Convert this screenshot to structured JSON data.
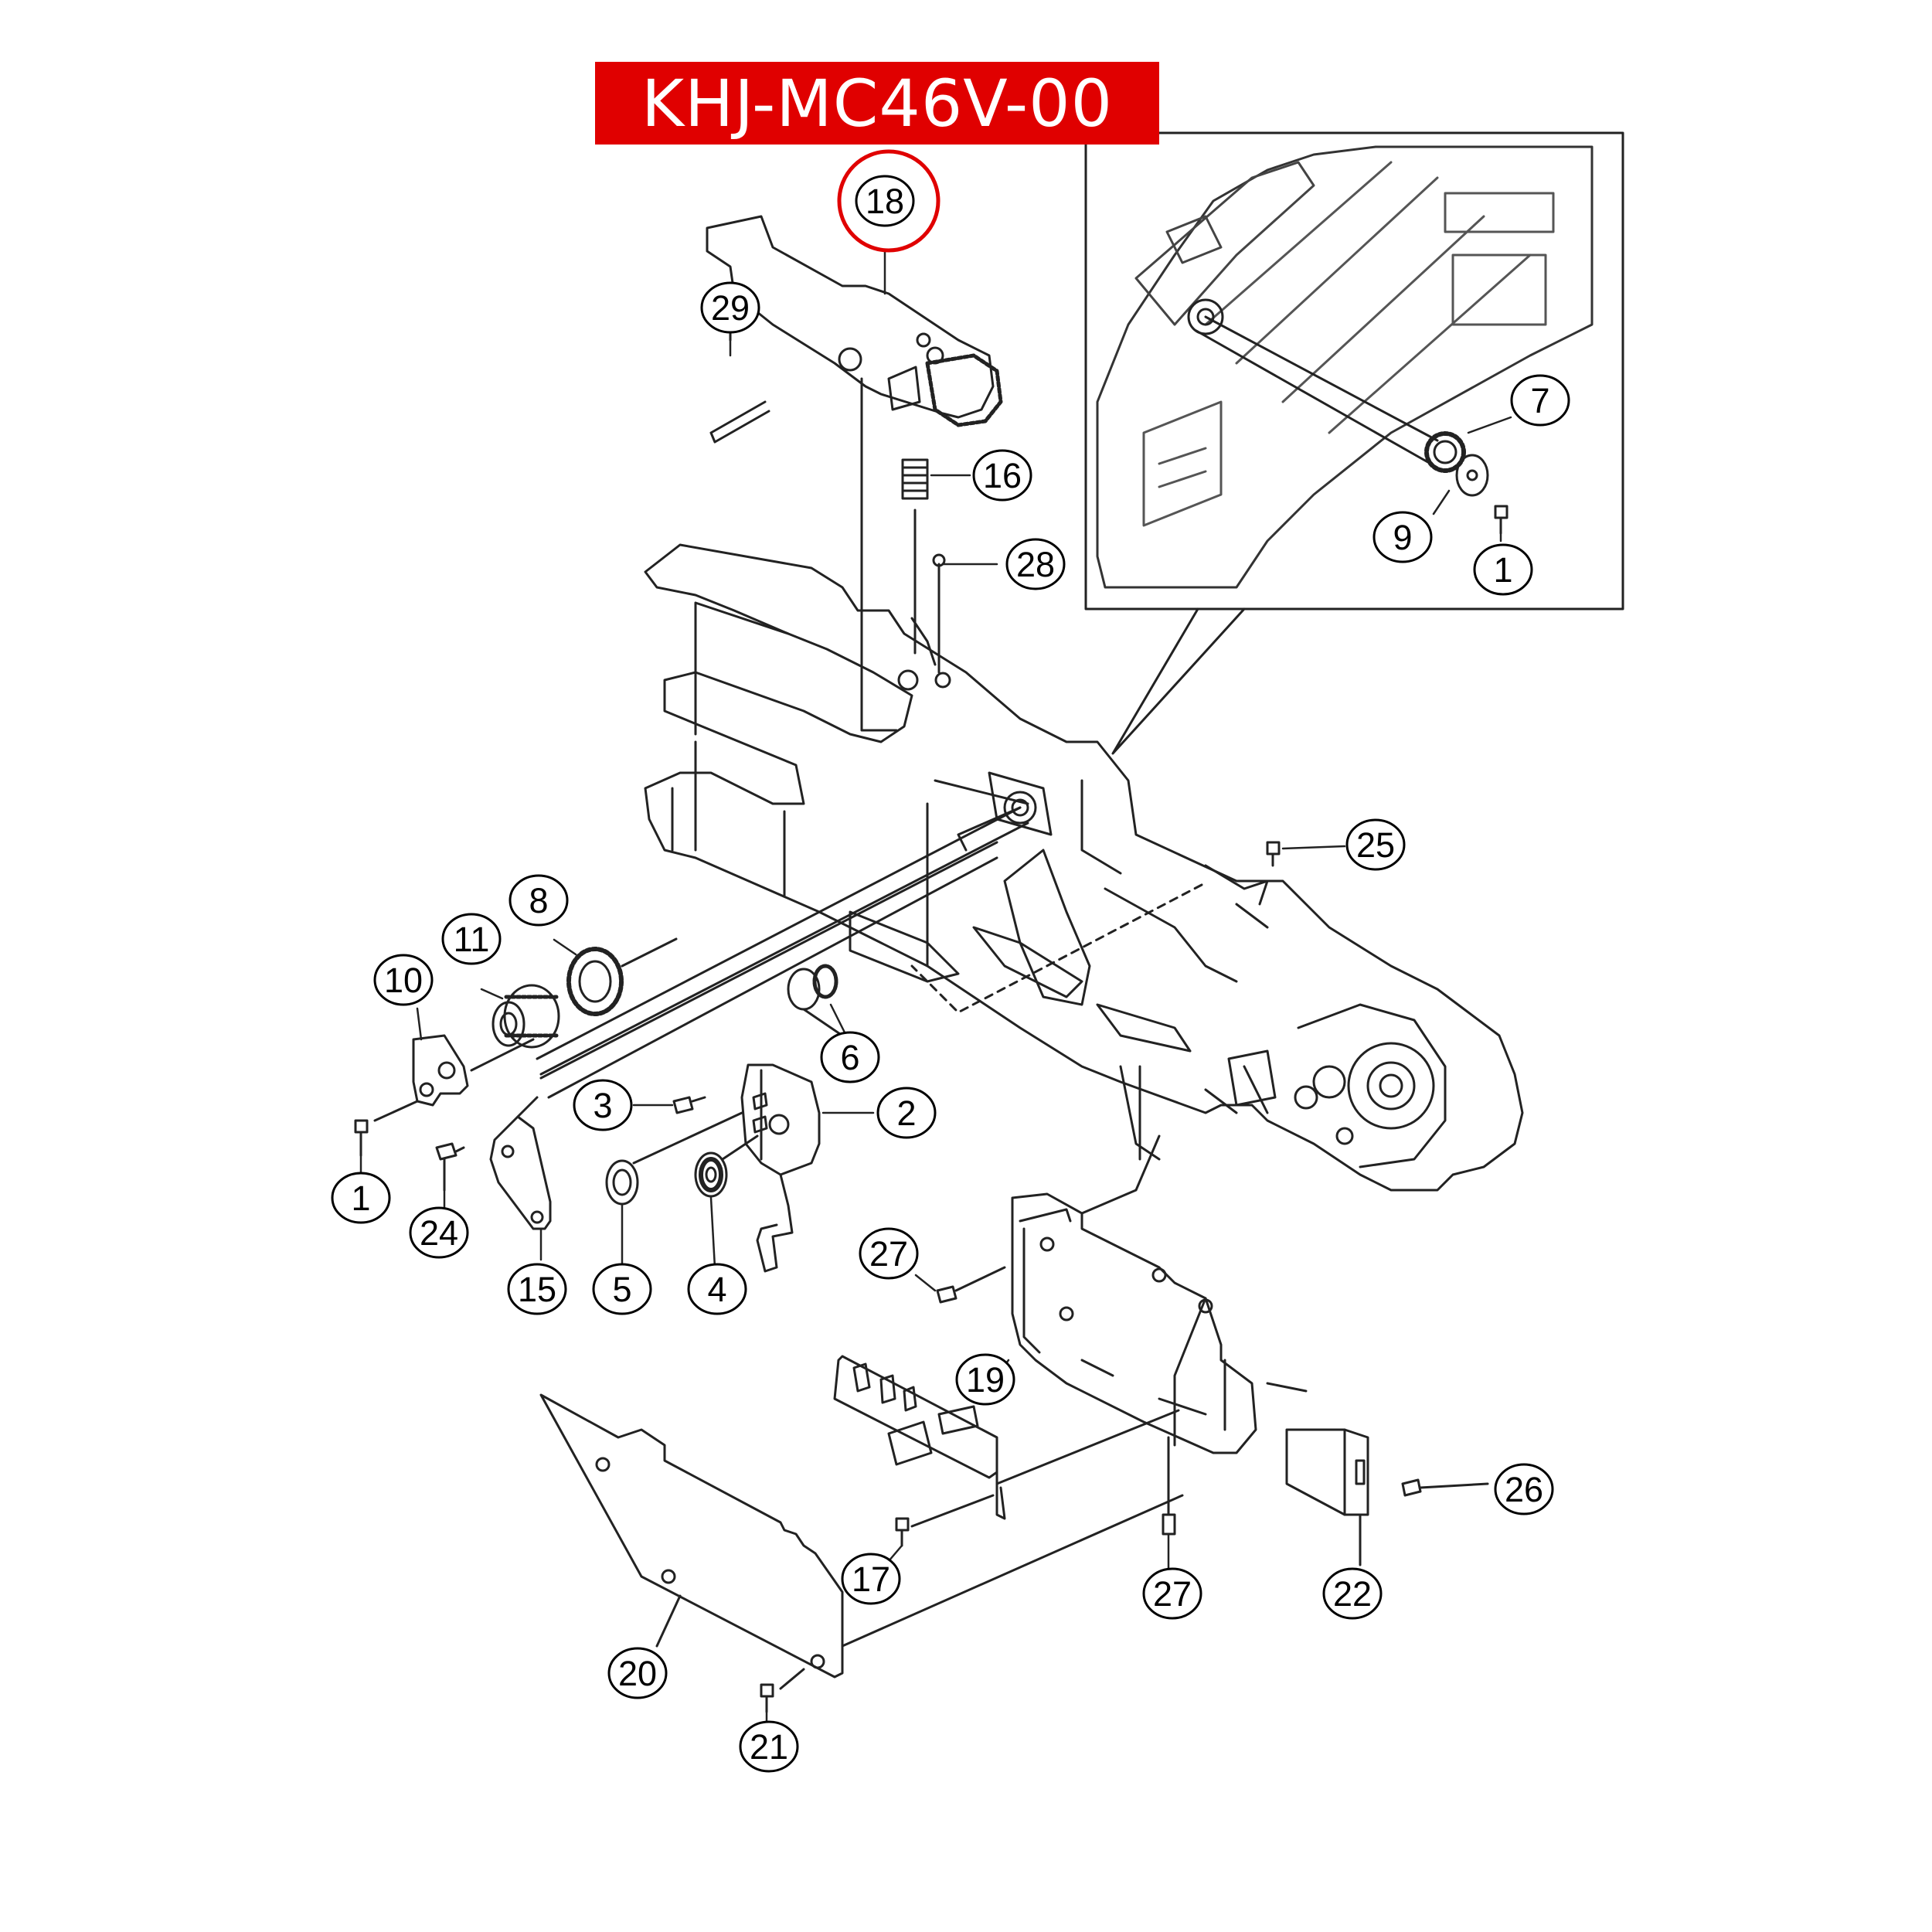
{
  "title": "KHJ-MC46V-00",
  "colors": {
    "banner": "#e00000",
    "highlight": "#e00000",
    "line": "#222222",
    "part": "#555555"
  },
  "callouts": [
    {
      "id": "18",
      "label": "18",
      "highlighted": true
    },
    {
      "id": "29",
      "label": "29"
    },
    {
      "id": "16",
      "label": "16"
    },
    {
      "id": "28",
      "label": "28"
    },
    {
      "id": "7",
      "label": "7"
    },
    {
      "id": "9",
      "label": "9"
    },
    {
      "id": "1-top",
      "label": "1"
    },
    {
      "id": "25",
      "label": "25"
    },
    {
      "id": "8",
      "label": "8"
    },
    {
      "id": "11",
      "label": "11"
    },
    {
      "id": "10",
      "label": "10"
    },
    {
      "id": "6",
      "label": "6"
    },
    {
      "id": "3",
      "label": "3"
    },
    {
      "id": "2",
      "label": "2"
    },
    {
      "id": "1-left",
      "label": "1"
    },
    {
      "id": "24",
      "label": "24"
    },
    {
      "id": "15",
      "label": "15"
    },
    {
      "id": "5",
      "label": "5"
    },
    {
      "id": "4",
      "label": "4"
    },
    {
      "id": "27-upper",
      "label": "27"
    },
    {
      "id": "19",
      "label": "19"
    },
    {
      "id": "26",
      "label": "26"
    },
    {
      "id": "17",
      "label": "17"
    },
    {
      "id": "27-lower",
      "label": "27"
    },
    {
      "id": "22",
      "label": "22"
    },
    {
      "id": "20",
      "label": "20"
    },
    {
      "id": "21",
      "label": "21"
    }
  ]
}
